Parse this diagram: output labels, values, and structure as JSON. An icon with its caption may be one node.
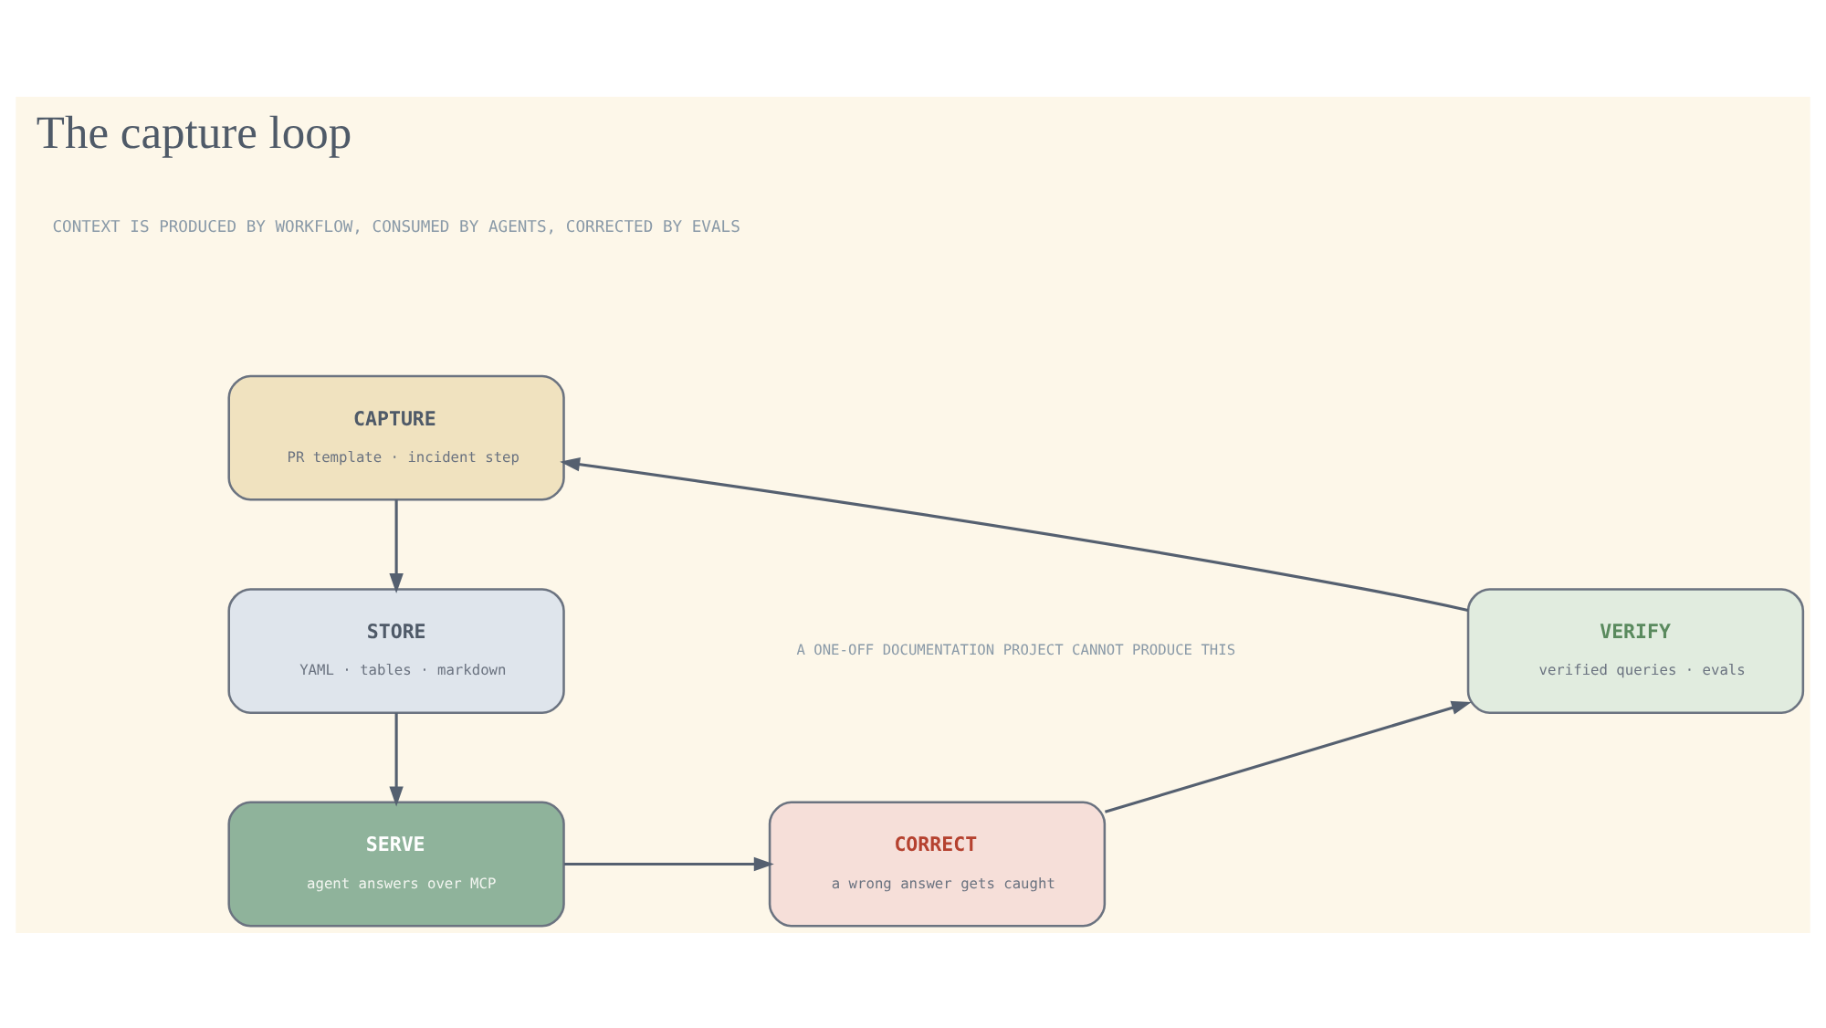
{
  "diagram": {
    "title": "The capture loop",
    "nodes": [
      {
        "text": [
          "CAPTURE",
          "PR template · incident step"
        ]
      },
      {
        "text": [
          "STORE",
          "YAML · tables · markdown"
        ]
      },
      {
        "text": [
          "VERIFY",
          "verified queries · evals"
        ]
      },
      {
        "text": [
          "SERVE",
          "agent answers over MCP"
        ]
      },
      {
        "text": [
          "CORRECT",
          "a wrong answer gets caught"
        ]
      }
    ],
    "edges": [
      {
        "from": 0,
        "to": 1,
        "arrow": "to"
      },
      {
        "from": 1,
        "to": 3,
        "arrow": "to"
      },
      {
        "from": 3,
        "to": 4,
        "arrow": "to"
      },
      {
        "from": 4,
        "to": 2,
        "arrow": "to"
      },
      {
        "from": 2,
        "to": 0,
        "arrow": "to"
      }
    ],
    "labels": [
      "CONTEXT IS PRODUCED BY WORKFLOW, CONSUMED BY AGENTS, CORRECTED BY EVALS",
      "A ONE-OFF DOCUMENTATION PROJECT CANNOT PRODUCE THIS"
    ]
  }
}
